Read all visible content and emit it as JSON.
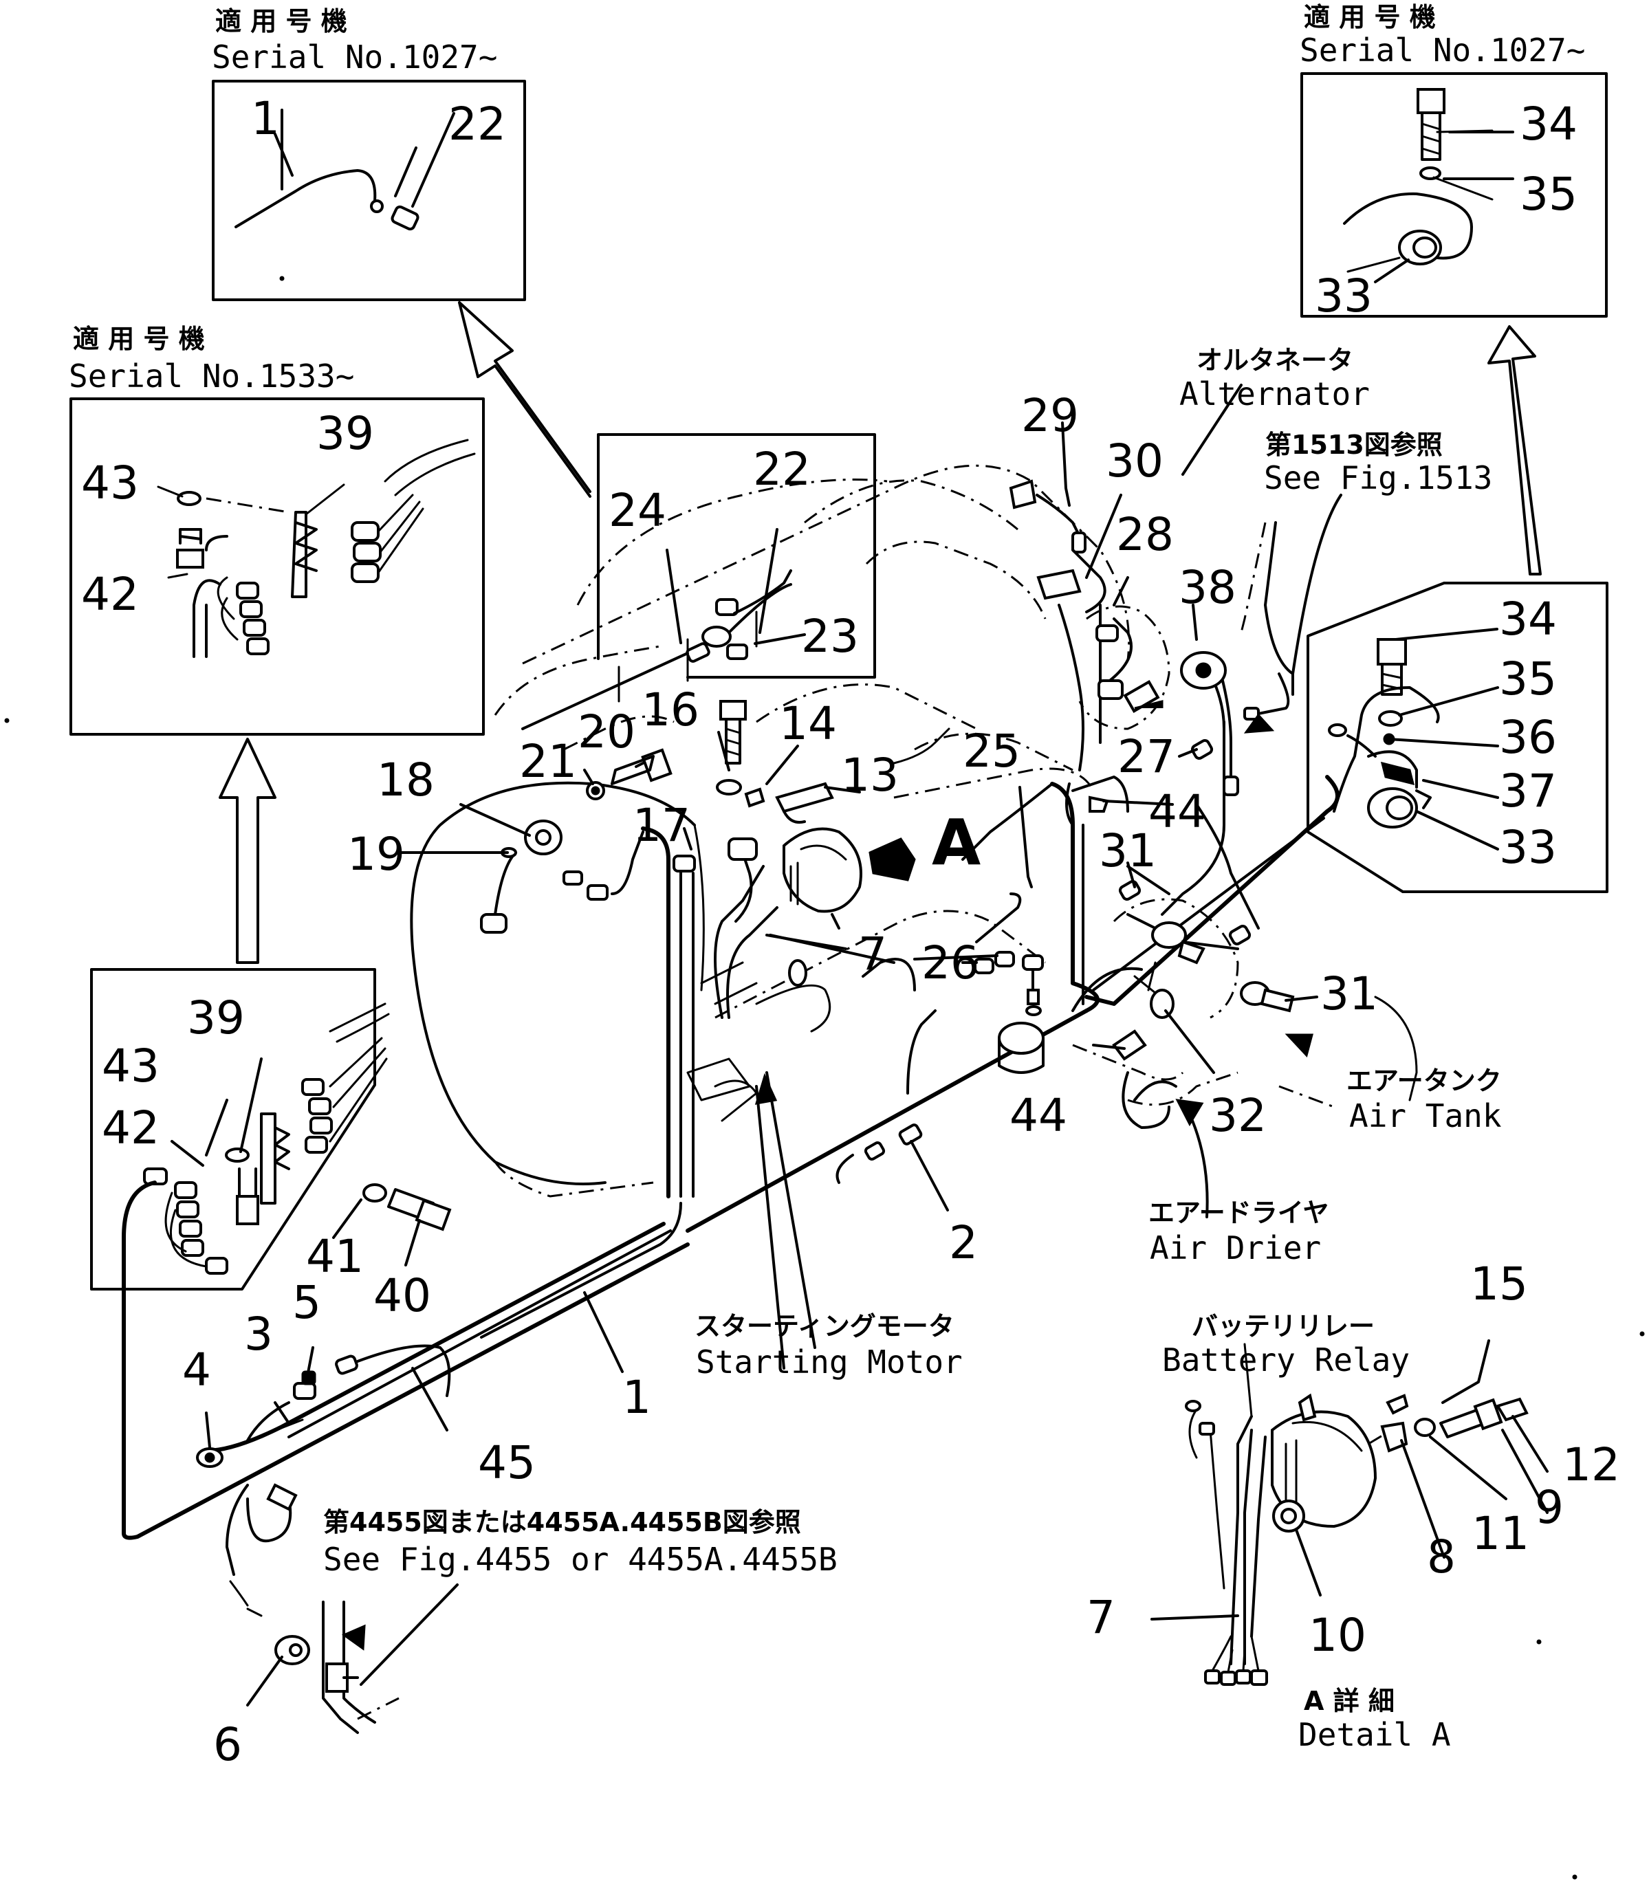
{
  "insets": {
    "top_left": {
      "applicable_jp": "適 用 号 機",
      "serial": "Serial No.1027~"
    },
    "top_right": {
      "applicable_jp": "適 用 号 機",
      "serial": "Serial No.1027~"
    },
    "mid_left": {
      "applicable_jp": "適 用 号 機",
      "serial": "Serial No.1533~"
    }
  },
  "components": {
    "alternator_jp": "オルタネータ",
    "alternator_en": "Alternator",
    "starting_motor_jp": "スターティングモータ",
    "starting_motor_en": "Starting Motor",
    "air_tank_jp": "エアータンク",
    "air_tank_en": "Air Tank",
    "air_drier_jp": "エアードライヤ",
    "air_drier_en": "Air Drier",
    "battery_relay_jp": "バッテリリレー",
    "battery_relay_en": "Battery Relay",
    "detail_jp": "A 詳 細",
    "detail_en": "Detail A",
    "view_marker": "A"
  },
  "references": {
    "fig1513_jp": "第1513図参照",
    "fig1513_en": "See Fig.1513",
    "fig4455_jp": "第4455図または4455A.4455B図参照",
    "fig4455_en": "See Fig.4455 or 4455A.4455B"
  },
  "part_numbers": [
    "1",
    "22",
    "34",
    "35",
    "33",
    "39",
    "43",
    "42",
    "29",
    "30",
    "28",
    "38",
    "24",
    "22",
    "23",
    "16",
    "14",
    "13",
    "20",
    "21",
    "18",
    "17",
    "19",
    "25",
    "27",
    "44",
    "34",
    "35",
    "36",
    "37",
    "33",
    "31",
    "7",
    "26",
    "31",
    "39",
    "43",
    "42",
    "41",
    "40",
    "44",
    "32",
    "2",
    "5",
    "3",
    "4",
    "1",
    "45",
    "15",
    "12",
    "9",
    "11",
    "8",
    "10",
    "7",
    "6"
  ]
}
